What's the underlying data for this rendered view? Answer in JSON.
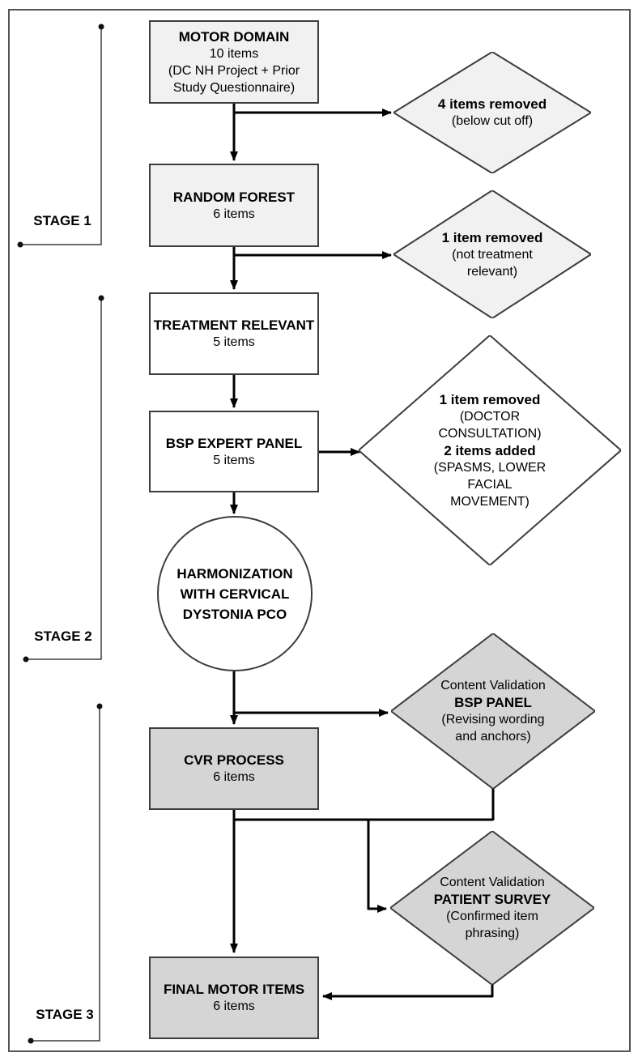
{
  "colors": {
    "light_fill": "#f1f1f1",
    "dark_fill": "#d5d5d5",
    "white_fill": "#ffffff",
    "shape_border": "#3d3d3d",
    "arrow": "#000000",
    "bracket": "#3c3c3c",
    "outer_border": "#565656"
  },
  "stages": {
    "stage1": "STAGE 1",
    "stage2": "STAGE 2",
    "stage3": "STAGE 3"
  },
  "nodes": {
    "motor_domain": {
      "title": "MOTOR DOMAIN",
      "items": "10 items",
      "note_line1": "(DC NH Project + Prior",
      "note_line2": "Study Questionnaire)"
    },
    "random_forest": {
      "title": "RANDOM FOREST",
      "items": "6 items"
    },
    "treatment_relevant": {
      "title": "TREATMENT RELEVANT",
      "items": "5 items"
    },
    "bsp_expert_panel": {
      "title": "BSP EXPERT PANEL",
      "items": "5 items"
    },
    "harmonization_circle": {
      "line1": "HARMONIZATION",
      "line2": "WITH CERVICAL",
      "line3": "DYSTONIA PCO"
    },
    "cvr_process": {
      "title": "CVR PROCESS",
      "items": "6 items"
    },
    "final_motor_items": {
      "title": "FINAL MOTOR ITEMS",
      "items": "6 items"
    }
  },
  "diamonds": {
    "items_removed_cutoff": {
      "title": "4 items removed",
      "note_line1": "(below cut off)"
    },
    "item_removed_not_relevant": {
      "title": "1 item removed",
      "note_line1": "(not treatment",
      "note_line2": "relevant)"
    },
    "doctor_consult_changes": {
      "removed_title": "1 item removed",
      "removed_line1": "(DOCTOR",
      "removed_line2": "CONSULTATION)",
      "added_title": "2 items added",
      "added_line1": "(SPASMS, LOWER",
      "added_line2": "FACIAL",
      "added_line3": "MOVEMENT)"
    },
    "content_validation_bsp": {
      "line1": "Content Validation",
      "title": "BSP PANEL",
      "note_line1": "(Revising wording",
      "note_line2": "and anchors)"
    },
    "content_validation_patient": {
      "line1": "Content Validation",
      "title": "PATIENT SURVEY",
      "note_line1": "(Confirmed item",
      "note_line2": "phrasing)"
    }
  }
}
